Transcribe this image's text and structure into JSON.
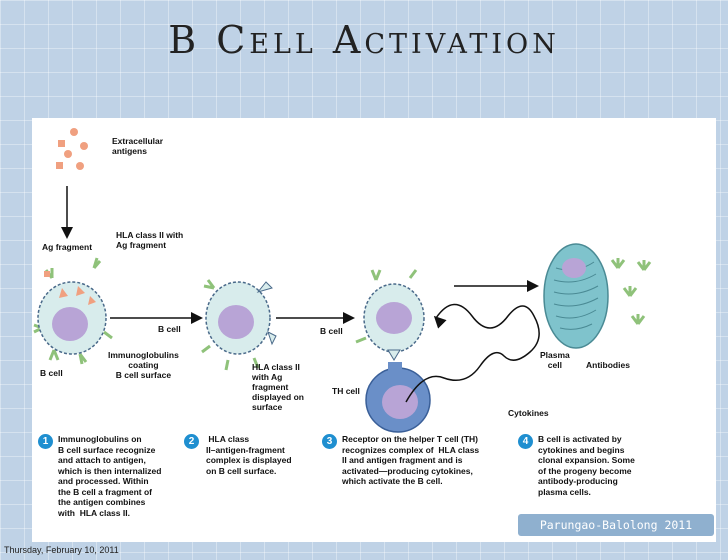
{
  "title": "B Cell Activation",
  "diagram": {
    "labels": {
      "extracellular_antigens": "Extracellular\nantigens",
      "ag_fragment": "Ag fragment",
      "hla_class_ii_ag_fragment": "HLA class II with\nAg fragment",
      "b_cell_1": "B cell",
      "immunoglobulins": "Immunoglobulins\ncoating\nB cell surface",
      "b_cell_2": "B cell",
      "hla_displayed": "HLA class II\nwith Ag\nfragment\ndisplayed on\nsurface",
      "b_cell_3": "B cell",
      "th_cell": "TH cell",
      "cytokines": "Cytokines",
      "plasma_cell": "Plasma\ncell",
      "antibodies": "Antibodies"
    },
    "steps": [
      {
        "num": "1",
        "text": "Immunoglobulins on\nB cell surface recognize\nand attach to antigen,\nwhich is then internalized\nand processed. Within\nthe B cell a fragment of\nthe antigen combines\nwith  HLA class II."
      },
      {
        "num": "2",
        "text": " HLA class\nII–antigen-fragment\ncomplex is displayed\non B cell surface."
      },
      {
        "num": "3",
        "text": "Receptor on the helper T cell (TH)\nrecognizes complex of  HLA class\nII and antigen fragment and is\nactivated—producing cytokines,\nwhich activate the B cell."
      },
      {
        "num": "4",
        "text": "B cell is activated by\ncytokines and begins\nclonal expansion. Some\nof the progeny become\nantibody-producing\nplasma cells."
      }
    ]
  },
  "credit": "Parungao-Balolong 2011",
  "footer_date": "Thursday, February 10, 2011",
  "colors": {
    "background": "#bfd2e6",
    "cell_membrane": "#d8ecec",
    "nucleus": "#b8a4d6",
    "antigen": "#f0a080",
    "th_cell": "#6a8fc8",
    "plasma_cell": "#7fc3cc",
    "antibody": "#8fc27a",
    "step_badge": "#1f8fd0"
  }
}
